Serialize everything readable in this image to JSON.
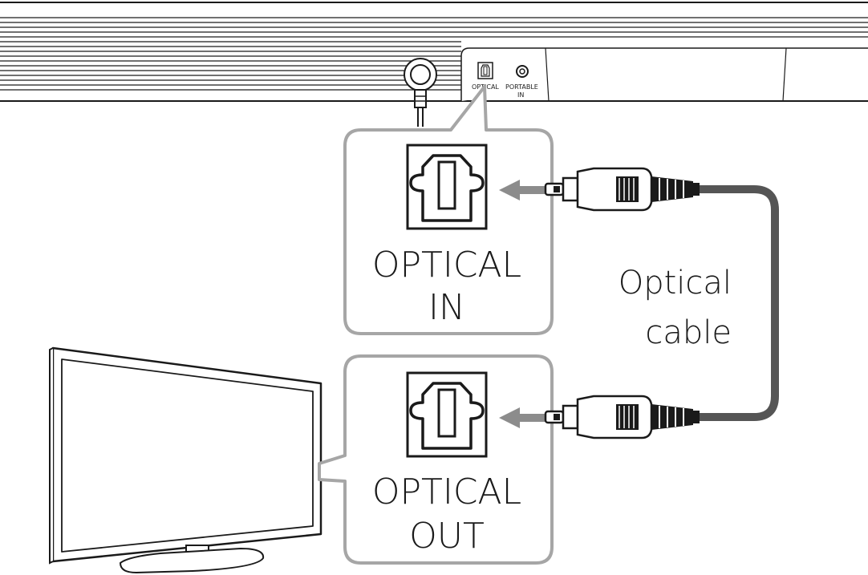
{
  "soundbar": {
    "port_optical_label": "OPTICAL",
    "port_portable_label_line1": "PORTABLE",
    "port_portable_label_line2": "IN"
  },
  "callouts": {
    "input": {
      "line1": "OPTICAL",
      "line2": "IN"
    },
    "output": {
      "line1": "OPTICAL",
      "line2": "OUT"
    }
  },
  "cable": {
    "line1": "Optical",
    "line2": "cable"
  },
  "colors": {
    "line": "#1a1a1a",
    "callout_border": "#a6a6a6",
    "arrow": "#8c8c8c",
    "cable": "#555555"
  }
}
